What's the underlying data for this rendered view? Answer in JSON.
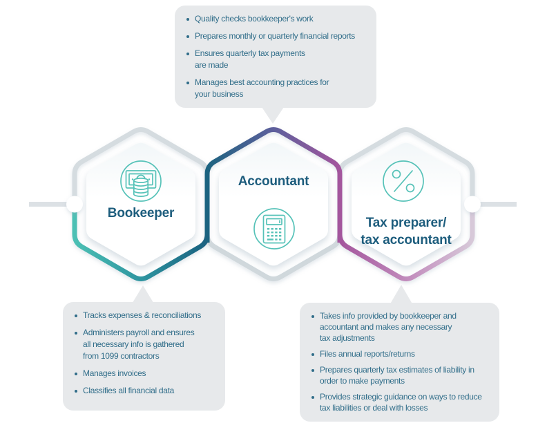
{
  "palette": {
    "callout_bg": "#e7e9eb",
    "connector_line": "#dce1e5",
    "hex_gray": "#d5dce0",
    "teal": "#4cc0b4",
    "dark_teal_blue": "#1b6180",
    "purple": "#5d5f9c",
    "magenta": "#a4569d",
    "pink_fade": "#d7c9d9",
    "icon_teal": "#56c2b8",
    "label_color": "#1d5d7d",
    "body_text_color": "#306d89"
  },
  "hexagons": [
    {
      "label": "Bookeeper",
      "icon": "money-icon"
    },
    {
      "label": "Accountant",
      "icon": "calculator-icon"
    },
    {
      "label_line1": "Tax preparer/",
      "label_line2": "tax accountant",
      "icon": "percent-icon"
    }
  ],
  "callouts": {
    "accountant": {
      "items": [
        [
          "Quality checks bookkeeper's work"
        ],
        [
          "Prepares monthly or quarterly financial reports"
        ],
        [
          "Ensures quarterly tax payments",
          "are made"
        ],
        [
          "Manages best accounting practices for",
          "your business"
        ]
      ]
    },
    "bookkeeper": {
      "items": [
        [
          "Tracks expenses & reconciliations"
        ],
        [
          "Administers payroll and ensures",
          "all necessary info is gathered",
          "from 1099 contractors"
        ],
        [
          "Manages invoices"
        ],
        [
          "Classifies all financial data"
        ]
      ]
    },
    "tax": {
      "items": [
        [
          "Takes info provided by bookkeeper and",
          "accountant and makes any necessary",
          "tax adjustments"
        ],
        [
          "Files annual reports/returns"
        ],
        [
          "Prepares quarterly tax estimates of liability in",
          "order to make payments"
        ],
        [
          "Provides strategic guidance on ways to reduce",
          "tax liabilities or deal with losses"
        ]
      ]
    }
  }
}
